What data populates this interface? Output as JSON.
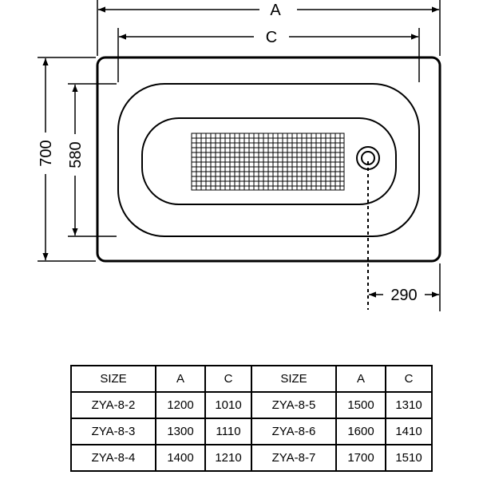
{
  "dimensions": {
    "overall_length": "A",
    "inner_length": "C",
    "overall_width": "700",
    "inner_width": "580",
    "drain_offset": "290"
  },
  "table": {
    "headers": [
      "SIZE",
      "A",
      "C",
      "SIZE",
      "A",
      "C"
    ],
    "rows": [
      [
        "ZYA-8-2",
        "1200",
        "1010",
        "ZYA-8-5",
        "1500",
        "1310"
      ],
      [
        "ZYA-8-3",
        "1300",
        "1110",
        "ZYA-8-6",
        "1600",
        "1410"
      ],
      [
        "ZYA-8-4",
        "1400",
        "1210",
        "ZYA-8-7",
        "1700",
        "1510"
      ]
    ]
  }
}
